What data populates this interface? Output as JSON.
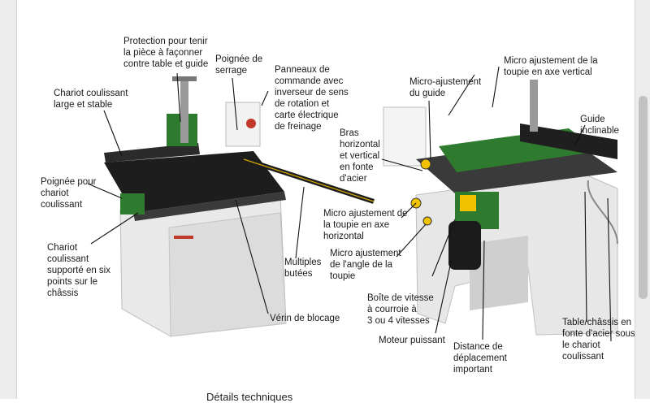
{
  "labels": {
    "protection": "Protection pour tenir\nla pièce à façonner\ncontre table et guide",
    "poignee_serrage": "Poignée de\nserrage",
    "panneaux": "Panneaux de\ncommande avec\ninverseur de sens\nde rotation et\ncarte électrique\nde freinage",
    "chariot_large": "Chariot coulissant\nlarge et stable",
    "poignee_chariot": "Poignée pour\nchariot\ncoulissant",
    "chariot_supporte": "Chariot\ncoulissant\nsupporté en six\npoints sur le\nchâssis",
    "multiples_butees": "Multiples\nbutées",
    "verin": "Vérin de blocage",
    "micro_vertical": "Micro ajustement de la\ntoupie en axe vertical",
    "micro_guide": "Micro-ajustement\ndu guide",
    "guide_inclinable": "Guide inclinable",
    "bras": "Bras\nhorizontal\net vertical\nen fonte\nd'acier",
    "micro_horizontal": "Micro ajustement de\nla toupie en axe\nhorizontal",
    "micro_angle": "Micro ajustement\nde l'angle de la\ntoupie",
    "boite_vitesse": "Boîte de vitesse\nà courroie à\n3 ou 4 vitesses",
    "moteur": "Moteur puissant",
    "distance": "Distance de\ndéplacement\nimportant",
    "table_chassis": "Table/châssis en\nfonte d'acier sous\nle chariot\ncoulissant"
  },
  "footer": {
    "heading": "Détails techniques"
  },
  "colors": {
    "machine_green": "#2e7a2e",
    "machine_grey": "#d9d9d9",
    "accent_yellow": "#f2c200"
  }
}
